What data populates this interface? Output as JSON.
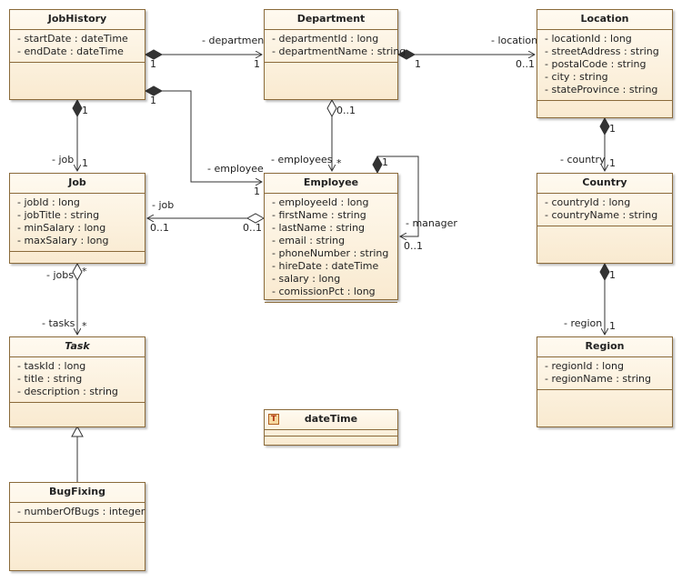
{
  "classes": {
    "jobhistory": {
      "name": "JobHistory",
      "attrs": [
        "- startDate : dateTime",
        "- endDate : dateTime"
      ]
    },
    "department": {
      "name": "Department",
      "attrs": [
        "- departmentId : long",
        "- departmentName : string"
      ]
    },
    "location": {
      "name": "Location",
      "attrs": [
        "- locationId : long",
        "- streetAddress : string",
        "- postalCode : string",
        "- city : string",
        "- stateProvince : string"
      ]
    },
    "job": {
      "name": "Job",
      "attrs": [
        "- jobId : long",
        "- jobTitle : string",
        "- minSalary : long",
        "- maxSalary : long"
      ]
    },
    "employee": {
      "name": "Employee",
      "attrs": [
        "- employeeId : long",
        "- firstName : string",
        "- lastName : string",
        "- email : string",
        "- phoneNumber : string",
        "- hireDate : dateTime",
        "- salary : long",
        "- comissionPct : long"
      ]
    },
    "country": {
      "name": "Country",
      "attrs": [
        "- countryId : long",
        "- countryName : string"
      ]
    },
    "task": {
      "name": "Task",
      "attrs": [
        "- taskId : long",
        "- title : string",
        "- description : string"
      ]
    },
    "region": {
      "name": "Region",
      "attrs": [
        "- regionId : long",
        "- regionName : string"
      ]
    },
    "bugfixing": {
      "name": "BugFixing",
      "attrs": [
        "- numberOfBugs : integer"
      ]
    },
    "datetime": {
      "name": "dateTime",
      "icon": "T"
    }
  },
  "labels": {
    "dept_role": "- department",
    "dept_m1": "1",
    "dept_m2": "1",
    "loc_role": "- location",
    "loc_m1": "1",
    "loc_m2": "0..1",
    "emp_role": "- employee",
    "emp_m1": "1",
    "emp_m2": "1",
    "job_role": "- job",
    "job_m1": "1",
    "job_m2": "1",
    "emps_role": "- employees",
    "emps_m1": "0..1",
    "emps_m2": "*",
    "mgr_role": "- manager",
    "mgr_m1": "1",
    "mgr_m2": "0..1",
    "empjob_role": "- job",
    "empjob_m1": "0..1",
    "empjob_m2": "0..1",
    "jobs_role": "- jobs",
    "jobs_m": "*",
    "tasks_role": "- tasks",
    "tasks_m": "*",
    "country_role": "- country",
    "country_m1": "1",
    "country_m2": "1",
    "region_role": "- region",
    "region_m1": "1",
    "region_m2": "1"
  }
}
